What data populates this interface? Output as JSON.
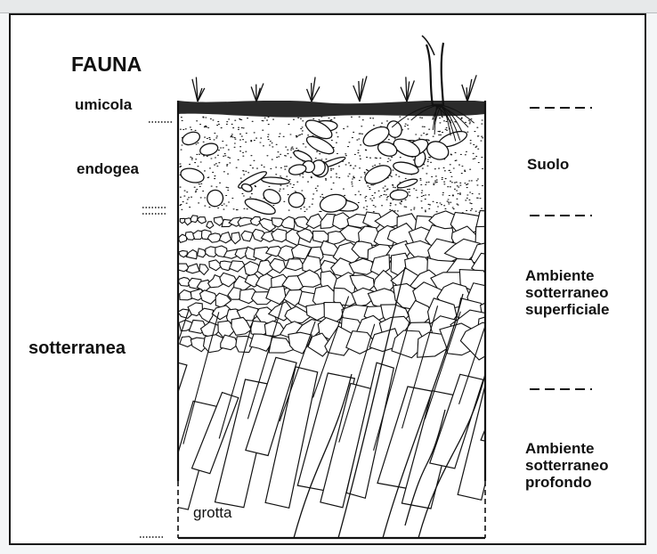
{
  "fauna": {
    "heading": "FAUNA",
    "umicola": "umicola",
    "endogea": "endogea",
    "sotterranea": "sotterranea",
    "grotta": "grotta"
  },
  "zones": {
    "suolo": "Suolo",
    "mss": [
      "Ambiente",
      "sotterraneo",
      "superficiale"
    ],
    "msp": [
      "Ambiente",
      "sotterraneo",
      "profondo"
    ]
  },
  "colors": {
    "ink": "#111111",
    "humus": "#2b2b2b",
    "paper": "#ffffff"
  }
}
